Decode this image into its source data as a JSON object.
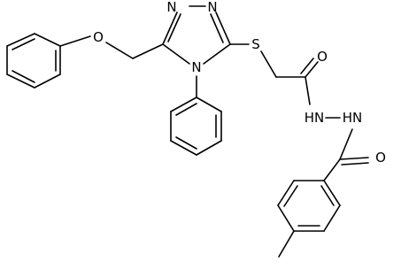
{
  "molecule": {
    "atom_labels": {
      "n_top_left": "N",
      "n_top_right": "N",
      "n_ring_bottom": "N",
      "o_ether": "O",
      "s_thioether": "S",
      "o_carbonyl_top": "O",
      "hn_left": "HN",
      "hn_right": "HN",
      "o_carbonyl_bottom": "O"
    }
  },
  "colors": {
    "bond": "#000000",
    "background": "#ffffff"
  }
}
